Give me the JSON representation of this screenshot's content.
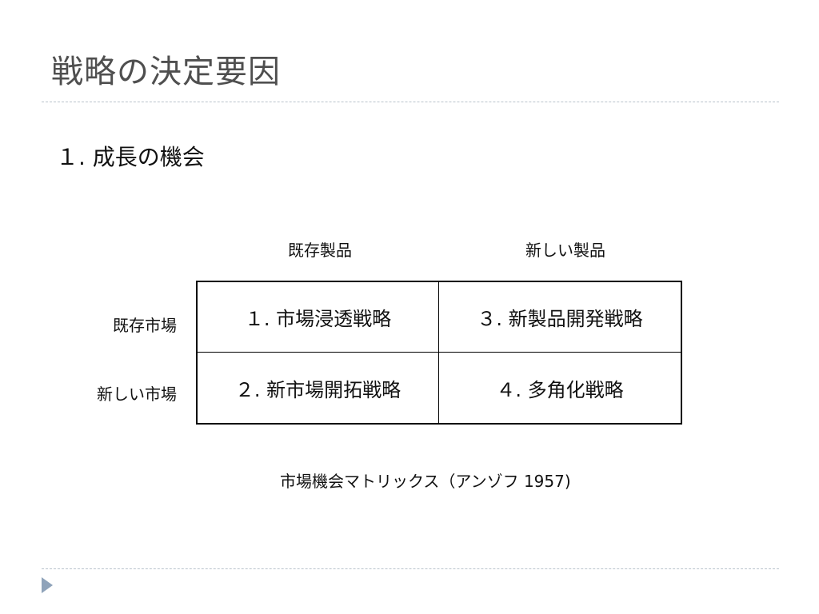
{
  "slide": {
    "title": "戦略の決定要因",
    "subtitle": "１. 成長の機会",
    "columns": [
      "既存製品",
      "新しい製品"
    ],
    "rows": [
      "既存市場",
      "新しい市場"
    ],
    "cells": [
      [
        "１. 市場浸透戦略",
        "３. 新製品開発戦略"
      ],
      [
        "２. 新市場開拓戦略",
        "４. 多角化戦略"
      ]
    ],
    "caption": "市場機会マトリックス（アンゾフ 1957)"
  },
  "colors": {
    "title": "#4f4f4f",
    "rule": "#b9c3cc",
    "nav_arrow": "#8fa3ba"
  },
  "icons": {
    "nav": "triangle-right-icon"
  }
}
